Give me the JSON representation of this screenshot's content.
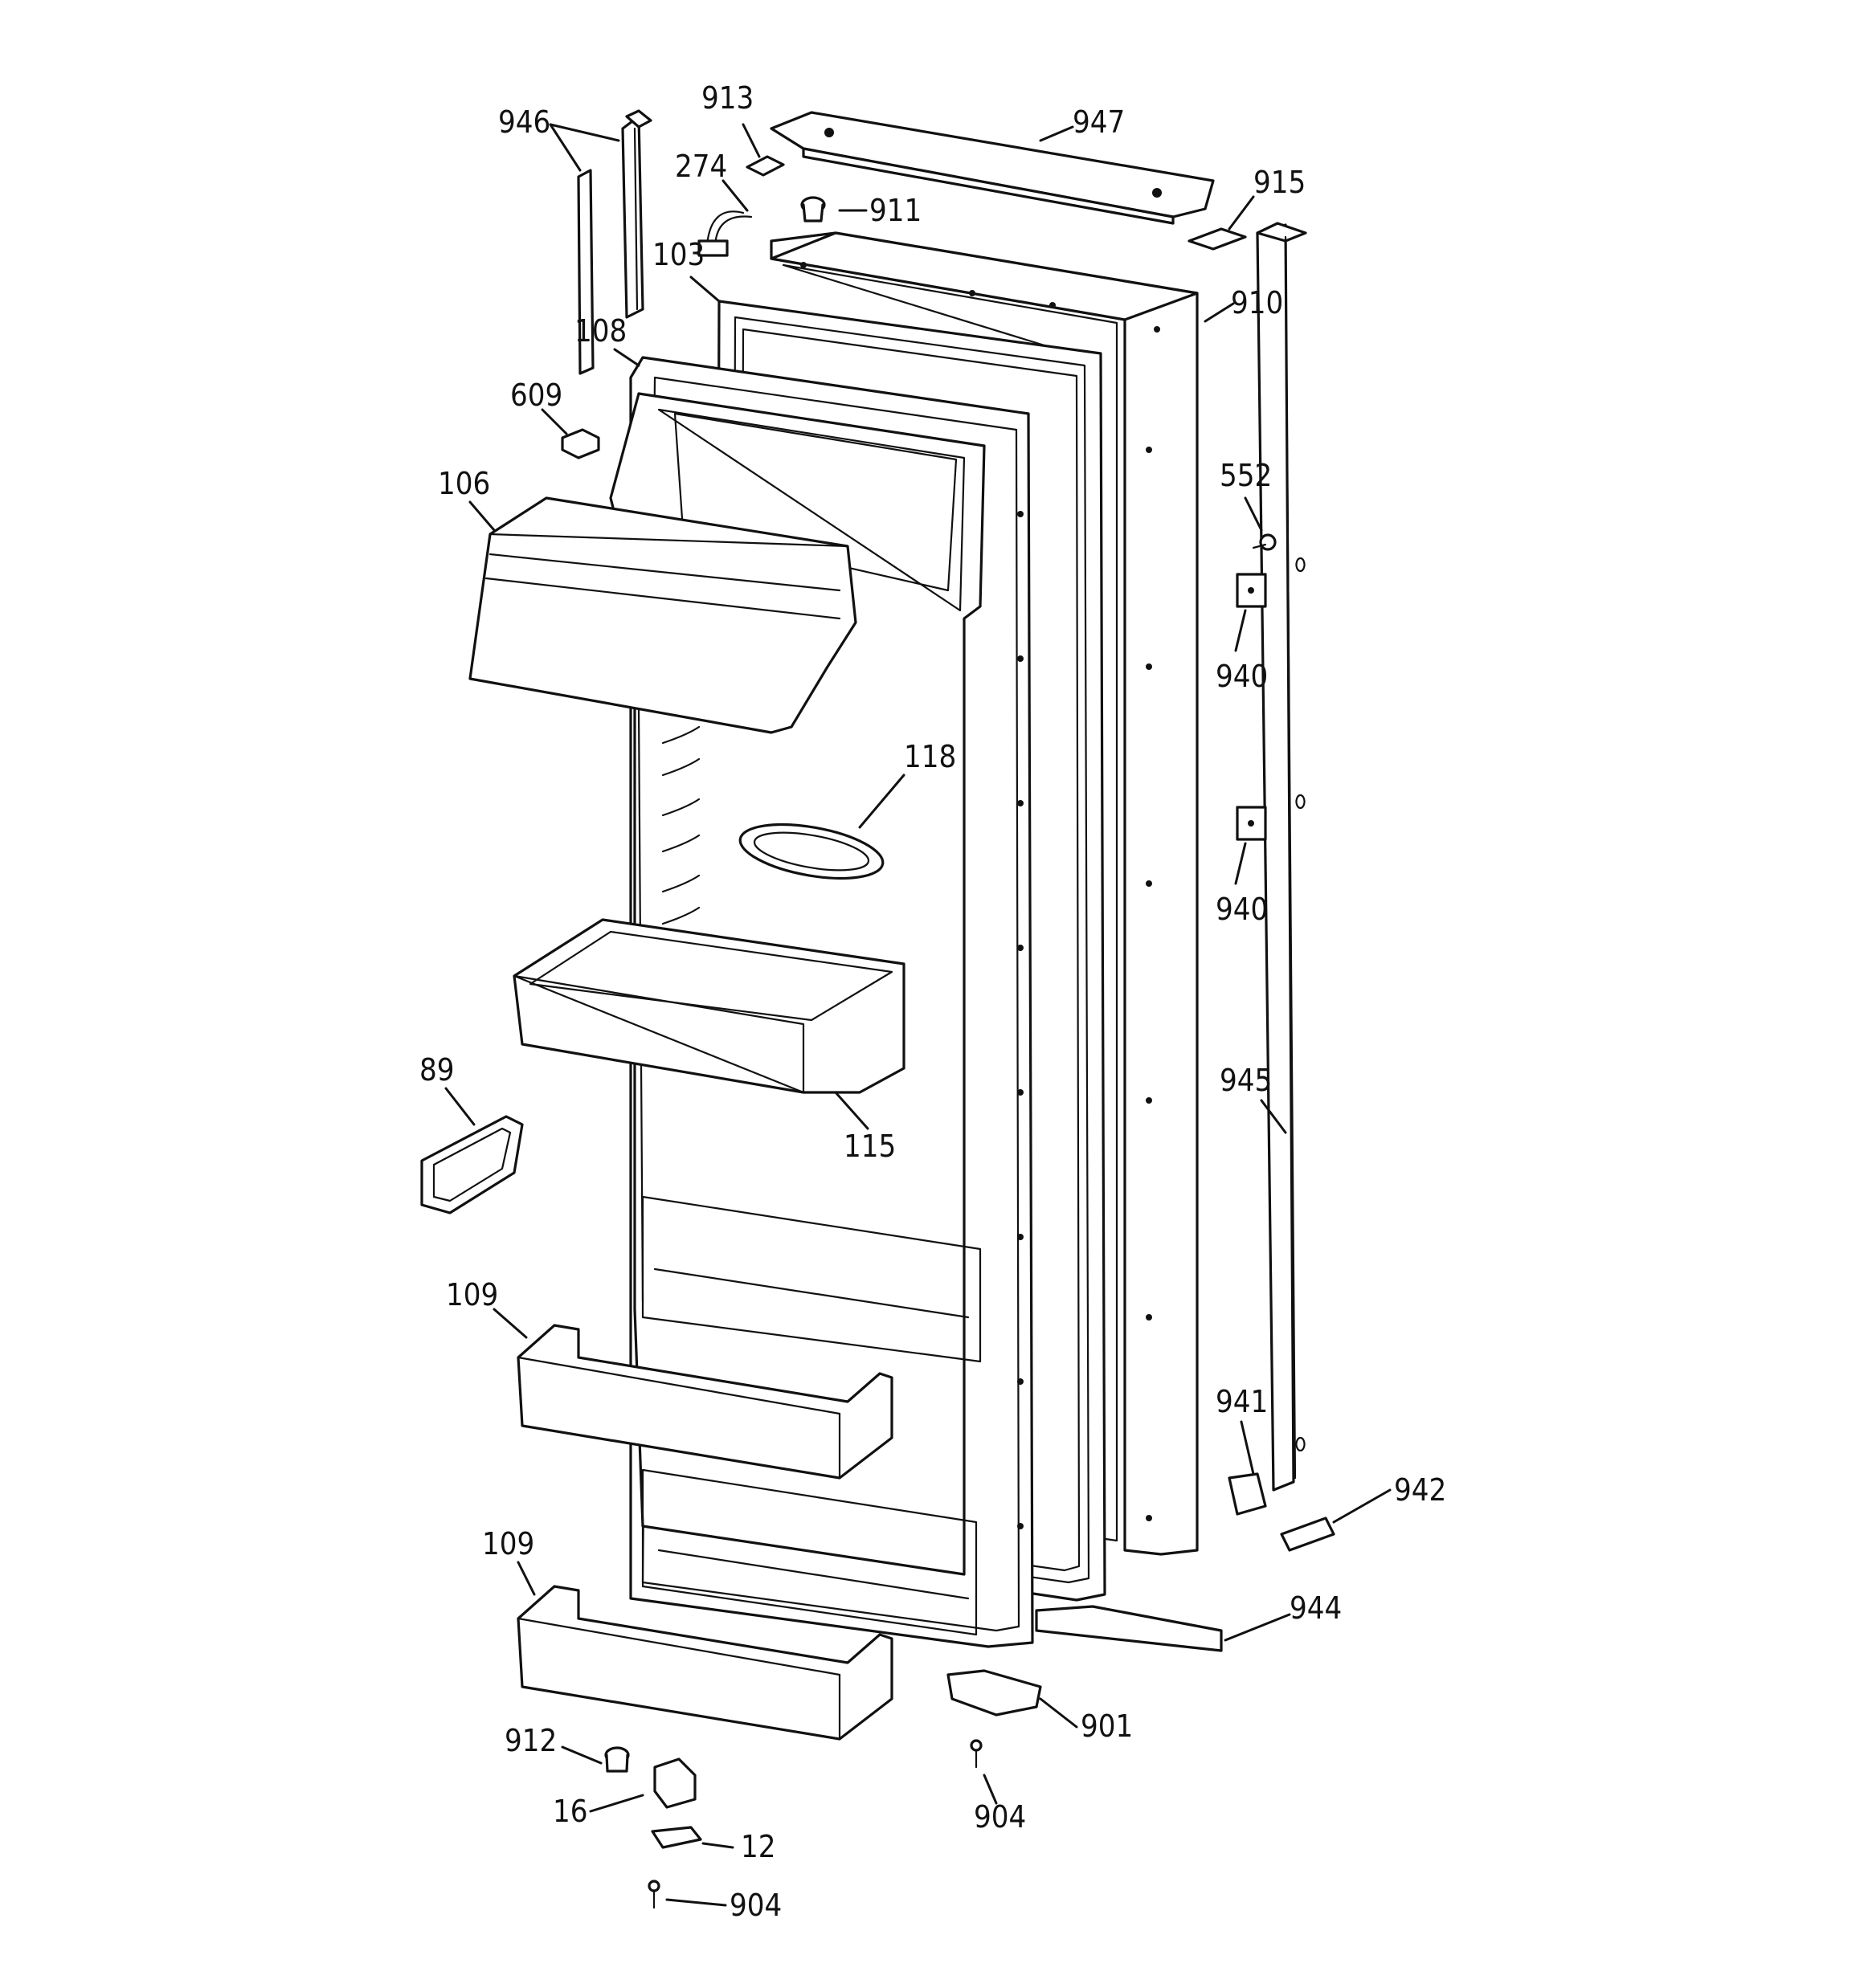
{
  "diagram": {
    "callouts": [
      {
        "id": "946",
        "label": "946"
      },
      {
        "id": "913",
        "label": "913"
      },
      {
        "id": "947",
        "label": "947"
      },
      {
        "id": "274",
        "label": "274"
      },
      {
        "id": "911",
        "label": "911"
      },
      {
        "id": "915",
        "label": "915"
      },
      {
        "id": "103",
        "label": "103"
      },
      {
        "id": "910",
        "label": "910"
      },
      {
        "id": "108",
        "label": "108"
      },
      {
        "id": "609",
        "label": "609"
      },
      {
        "id": "552",
        "label": "552"
      },
      {
        "id": "106",
        "label": "106"
      },
      {
        "id": "940a",
        "label": "940"
      },
      {
        "id": "118",
        "label": "118"
      },
      {
        "id": "940b",
        "label": "940"
      },
      {
        "id": "89",
        "label": "89"
      },
      {
        "id": "945",
        "label": "945"
      },
      {
        "id": "115",
        "label": "115"
      },
      {
        "id": "109a",
        "label": "109"
      },
      {
        "id": "941",
        "label": "941"
      },
      {
        "id": "942",
        "label": "942"
      },
      {
        "id": "109b",
        "label": "109"
      },
      {
        "id": "944",
        "label": "944"
      },
      {
        "id": "901",
        "label": "901"
      },
      {
        "id": "912",
        "label": "912"
      },
      {
        "id": "16",
        "label": "16"
      },
      {
        "id": "904a",
        "label": "904"
      },
      {
        "id": "12",
        "label": "12"
      },
      {
        "id": "904b",
        "label": "904"
      }
    ]
  }
}
